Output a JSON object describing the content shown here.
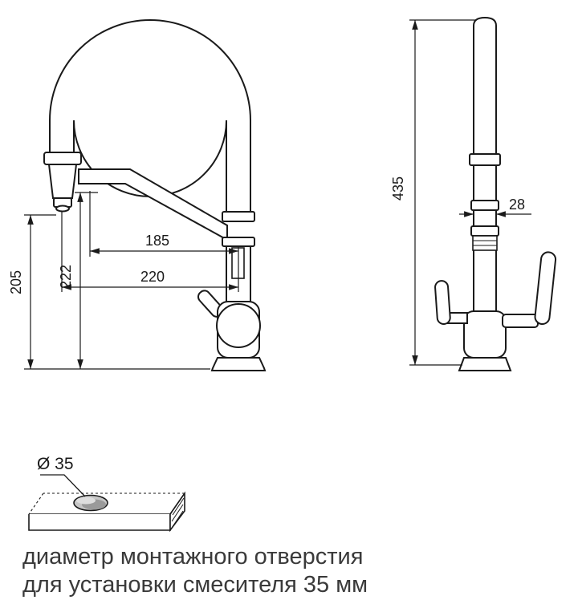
{
  "document": {
    "type": "technical-drawing",
    "subject": "kitchen-faucet-installation-dimensions"
  },
  "front_view": {
    "dim_185": "185",
    "dim_222": "222",
    "dim_220": "220",
    "dim_205": "205"
  },
  "side_view": {
    "dim_435": "435",
    "dim_28": "28"
  },
  "mount_hole": {
    "diameter_label": "Ø 35"
  },
  "caption": {
    "line1": "диаметр монтажного отверстия",
    "line2": "для установки смесителя 35 мм"
  },
  "colors": {
    "ink": "#1a1a1a",
    "background": "#ffffff",
    "hole_fill": "#c6c6c6",
    "hole_shade": "#9a9a9a"
  }
}
